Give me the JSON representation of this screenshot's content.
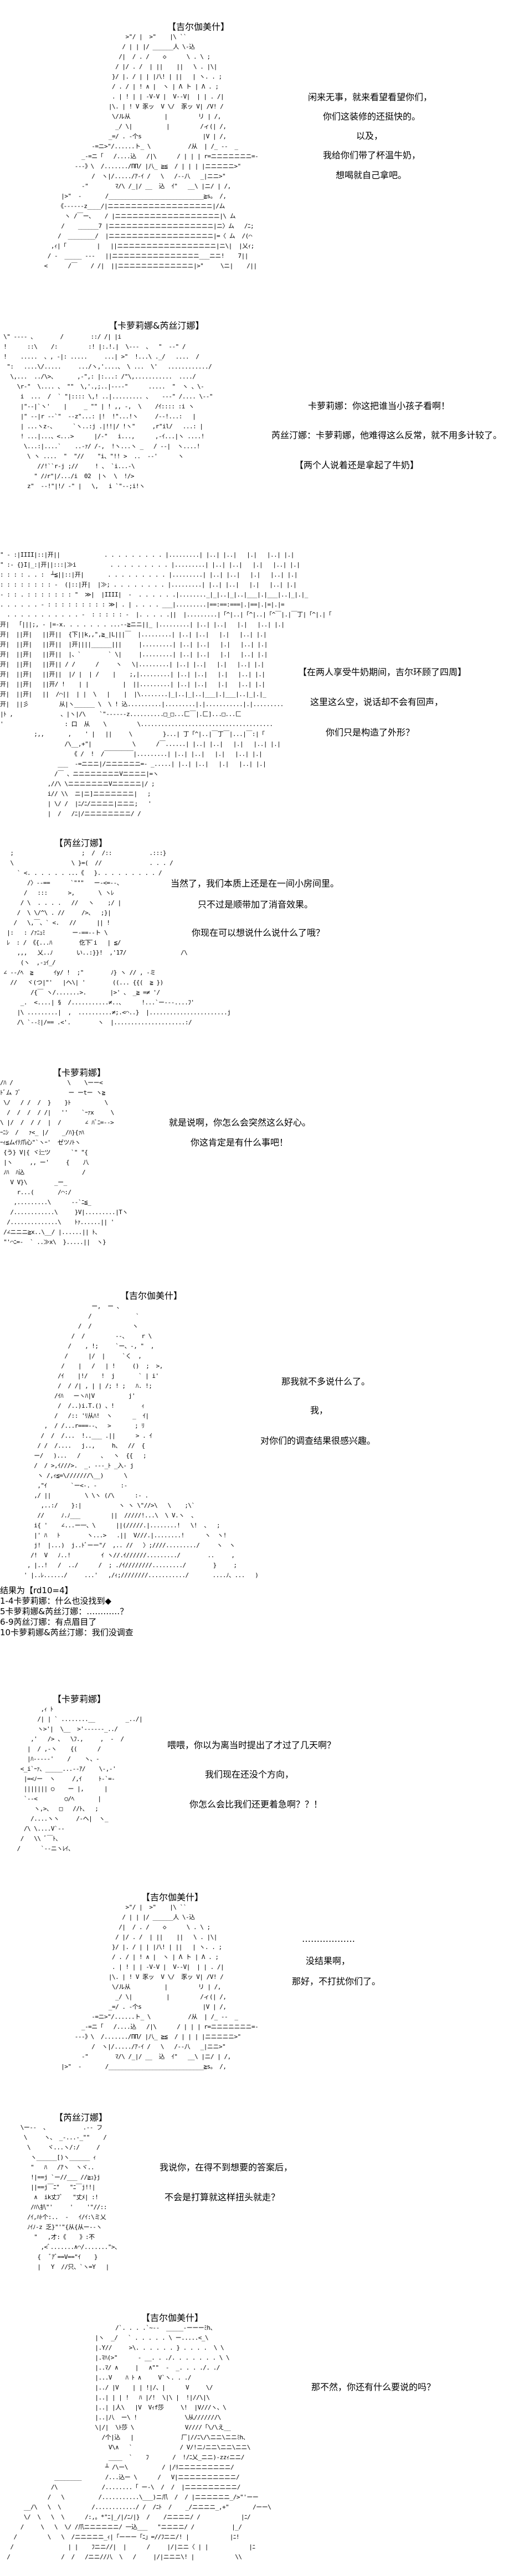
{
  "panels": [
    {
      "speaker": "【吉尔伽美什】",
      "lines": [
        "闲来无事，就来看望看望你们，",
        "你们这装修的还挺快的。",
        "以及，",
        "我给你们带了杯温牛奶，",
        "想喝就自己拿吧。"
      ]
    },
    {
      "speaker": "【卡萝莉娜&芮丝汀娜】",
      "lines": [
        "卡萝莉娜：你这把谁当小孩子看啊！",
        "芮丝汀娜：卡萝莉娜，他难得这么反常，就不用多计较了。",
        "【两个人说着还是拿起了牛奶】"
      ]
    },
    {
      "speaker": "",
      "lines": [
        "【在两人享受牛奶期间，吉尔环顾了四周】",
        "这里这么空，说话却不会有回声，",
        "你们只是构造了外形？"
      ]
    },
    {
      "speaker": "【芮丝汀娜】",
      "lines": [
        "当然了，我们本质上还是在一间小房间里。",
        "只不过是顺带加了消音效果。",
        "你现在可以想说什么说什么了哦？"
      ]
    },
    {
      "speaker": "【卡萝莉娜】",
      "lines": [
        "就是说啊，你怎么会突然这么好心。",
        "你这肯定是有什么事吧！"
      ]
    },
    {
      "speaker": "【吉尔伽美什】",
      "lines": [
        "那我就不多说什么了。",
        "我，",
        "对你们的调查结果很感兴趣。"
      ],
      "roll": {
        "result": "结果为【rd10=4】",
        "options": [
          "1-4卡萝莉娜：什么也没找到◆",
          "5卡萝莉娜&芮丝汀娜：…………？",
          "6-9芮丝汀娜：有点眉目了",
          "10卡萝莉娜&芮丝汀娜：我们没调查"
        ]
      }
    },
    {
      "speaker": "【卡萝莉娜】",
      "lines": [
        "喂喂，你以为离当时提出了才过了几天啊？",
        "我们现在还没个方向，",
        "你怎么会比我们还更着急啊？？！"
      ]
    },
    {
      "speaker": "【吉尔伽美什】",
      "lines": [
        "………………",
        "没结果啊，",
        "那好，不打扰你们了。"
      ]
    },
    {
      "speaker": "【芮丝汀娜】",
      "lines": [
        "我说你，在得不到想要的答案后，",
        "不会是打算就这样扭头就走？"
      ]
    },
    {
      "speaker": "【吉尔伽美什】",
      "lines": [
        "那不然，你还有什么要说的吗？"
      ]
    }
  ]
}
